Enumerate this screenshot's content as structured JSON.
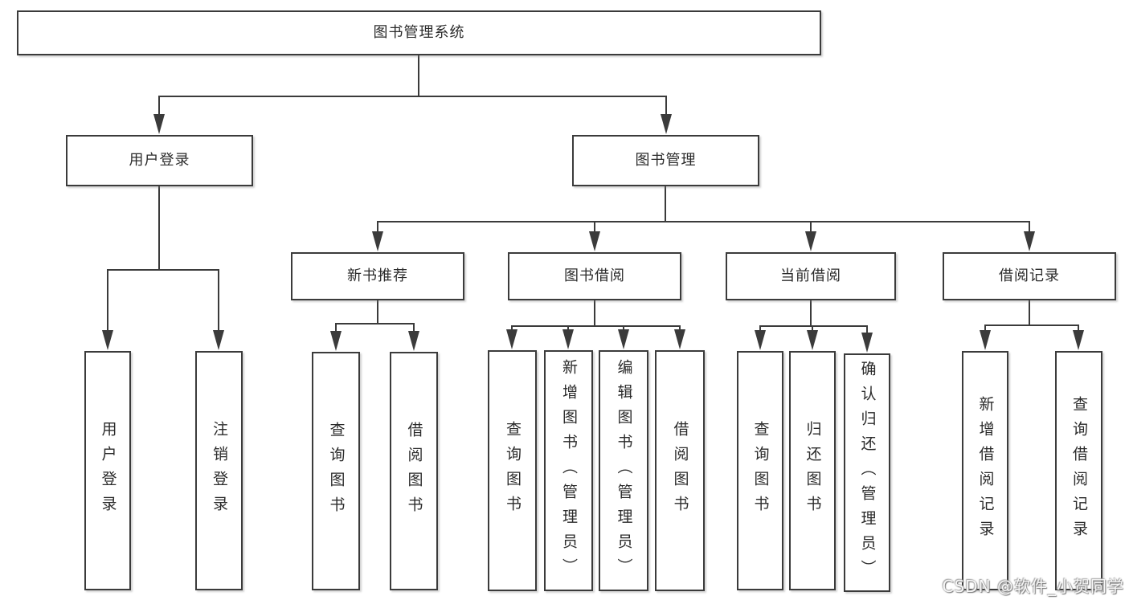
{
  "colors": {
    "background": "#ffffff",
    "box_border": "#3b3b3b",
    "connector_line": "#3b3b3b",
    "text": "#2b2b2b",
    "watermark_text": "#fcfcfc"
  },
  "tree": {
    "label": "图书管理系统",
    "children": [
      {
        "label": "用户登录",
        "children": [
          {
            "label": "用户登录"
          },
          {
            "label": "注销登录"
          }
        ]
      },
      {
        "label": "图书管理",
        "children": [
          {
            "label": "新书推荐",
            "children": [
              {
                "label": "查询图书"
              },
              {
                "label": "借阅图书"
              }
            ]
          },
          {
            "label": "图书借阅",
            "children": [
              {
                "label": "查询图书"
              },
              {
                "label": "新增图书（管理员）"
              },
              {
                "label": "编辑图书（管理员）"
              },
              {
                "label": "借阅图书"
              }
            ]
          },
          {
            "label": "当前借阅",
            "children": [
              {
                "label": "查询图书"
              },
              {
                "label": "归还图书"
              },
              {
                "label": "确认归还（管理员）"
              }
            ]
          },
          {
            "label": "借阅记录",
            "children": [
              {
                "label": "新增借阅记录"
              },
              {
                "label": "查询借阅记录"
              }
            ]
          }
        ]
      }
    ]
  },
  "watermark": {
    "text": "CSDN @软件_小贺同学"
  }
}
